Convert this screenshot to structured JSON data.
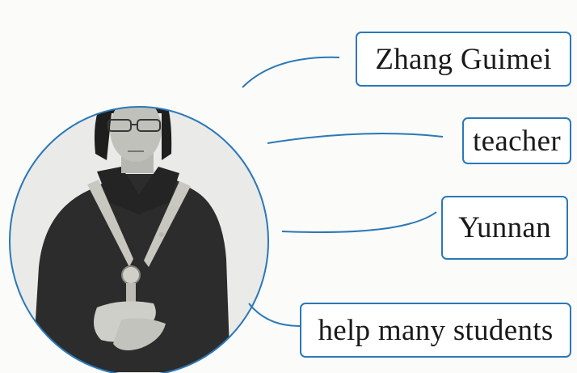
{
  "diagram": {
    "type": "mind-map",
    "accent_color": "#2a78b8",
    "center": {
      "kind": "portrait-photo",
      "description": "black-and-white photo of a woman with short dark hair and glasses, wearing a dark jacket and a decorative sash, hands folded"
    },
    "nodes": [
      {
        "id": "name",
        "label": "Zhang Guimei"
      },
      {
        "id": "job",
        "label": "teacher"
      },
      {
        "id": "place",
        "label": "Yunnan"
      },
      {
        "id": "deed",
        "label": "help many students"
      }
    ]
  }
}
